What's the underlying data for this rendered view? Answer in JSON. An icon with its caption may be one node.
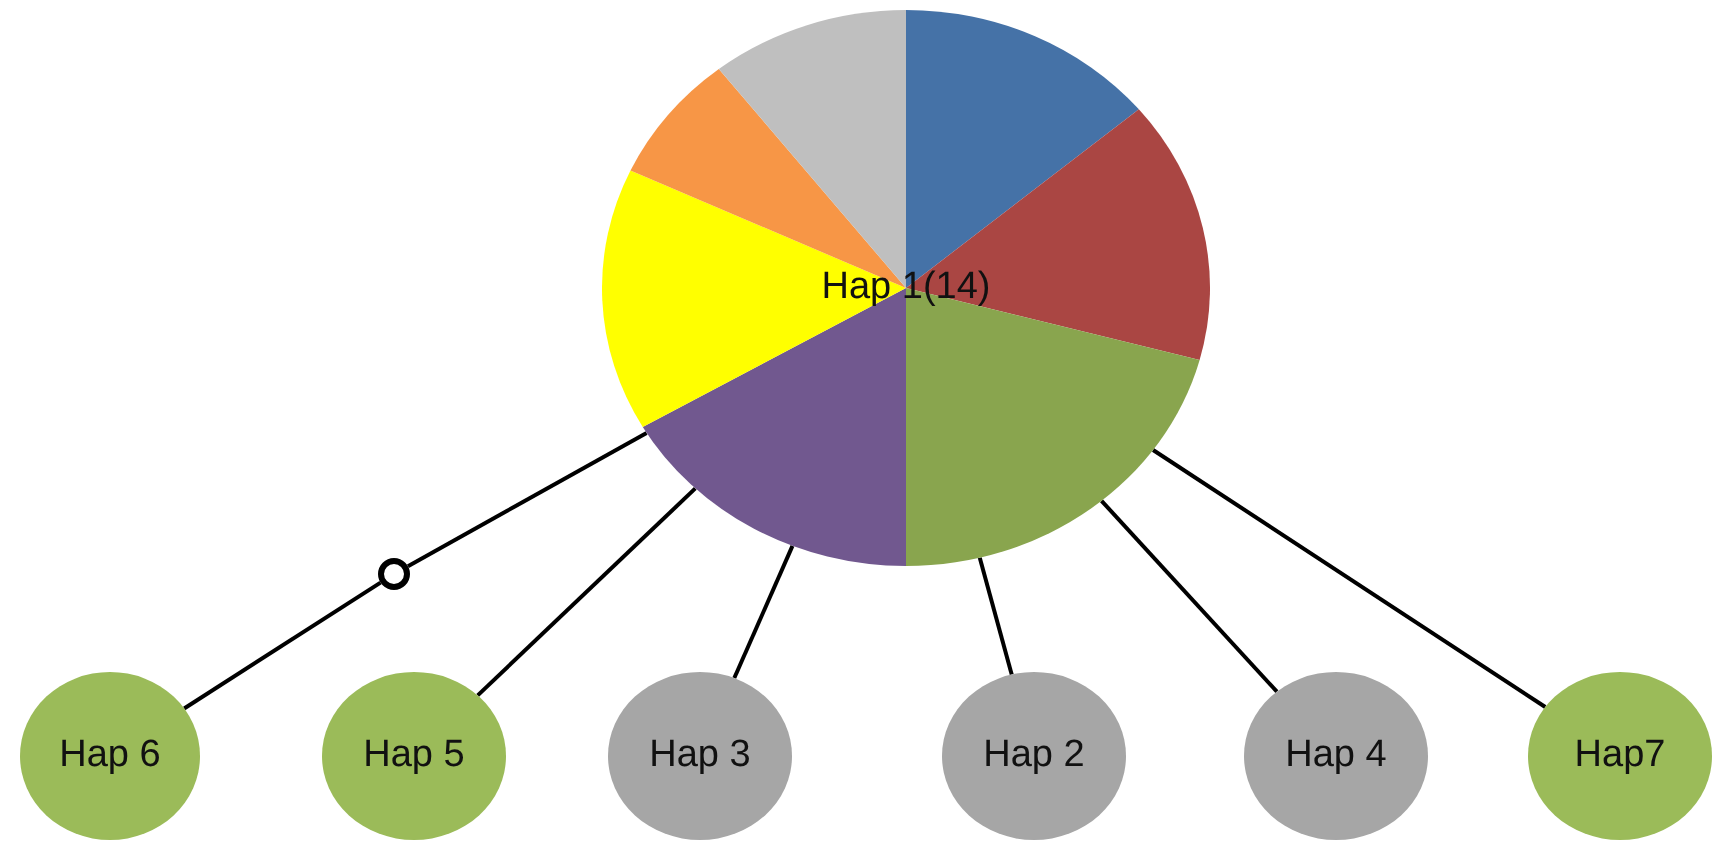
{
  "diagram": {
    "nodes": [
      {
        "text": [
          "Hap 1(14)"
        ]
      },
      {
        "text": [],
        "shape": "circle"
      },
      {
        "text": [
          "Hap 6"
        ]
      },
      {
        "text": [
          "Hap 5"
        ]
      },
      {
        "text": [
          "Hap 3"
        ]
      },
      {
        "text": [
          "Hap 2"
        ]
      },
      {
        "text": [
          "Hap 4"
        ]
      },
      {
        "text": [
          "Hap7"
        ]
      }
    ],
    "edges": [
      {
        "from": 0,
        "to": 1,
        "arrow": "none"
      },
      {
        "from": 1,
        "to": 2,
        "arrow": "none"
      },
      {
        "from": 0,
        "to": 3,
        "arrow": "none"
      },
      {
        "from": 0,
        "to": 4,
        "arrow": "none"
      },
      {
        "from": 0,
        "to": 5,
        "arrow": "none"
      },
      {
        "from": 0,
        "to": 6,
        "arrow": "none"
      },
      {
        "from": 0,
        "to": 7,
        "arrow": "none"
      }
    ]
  }
}
